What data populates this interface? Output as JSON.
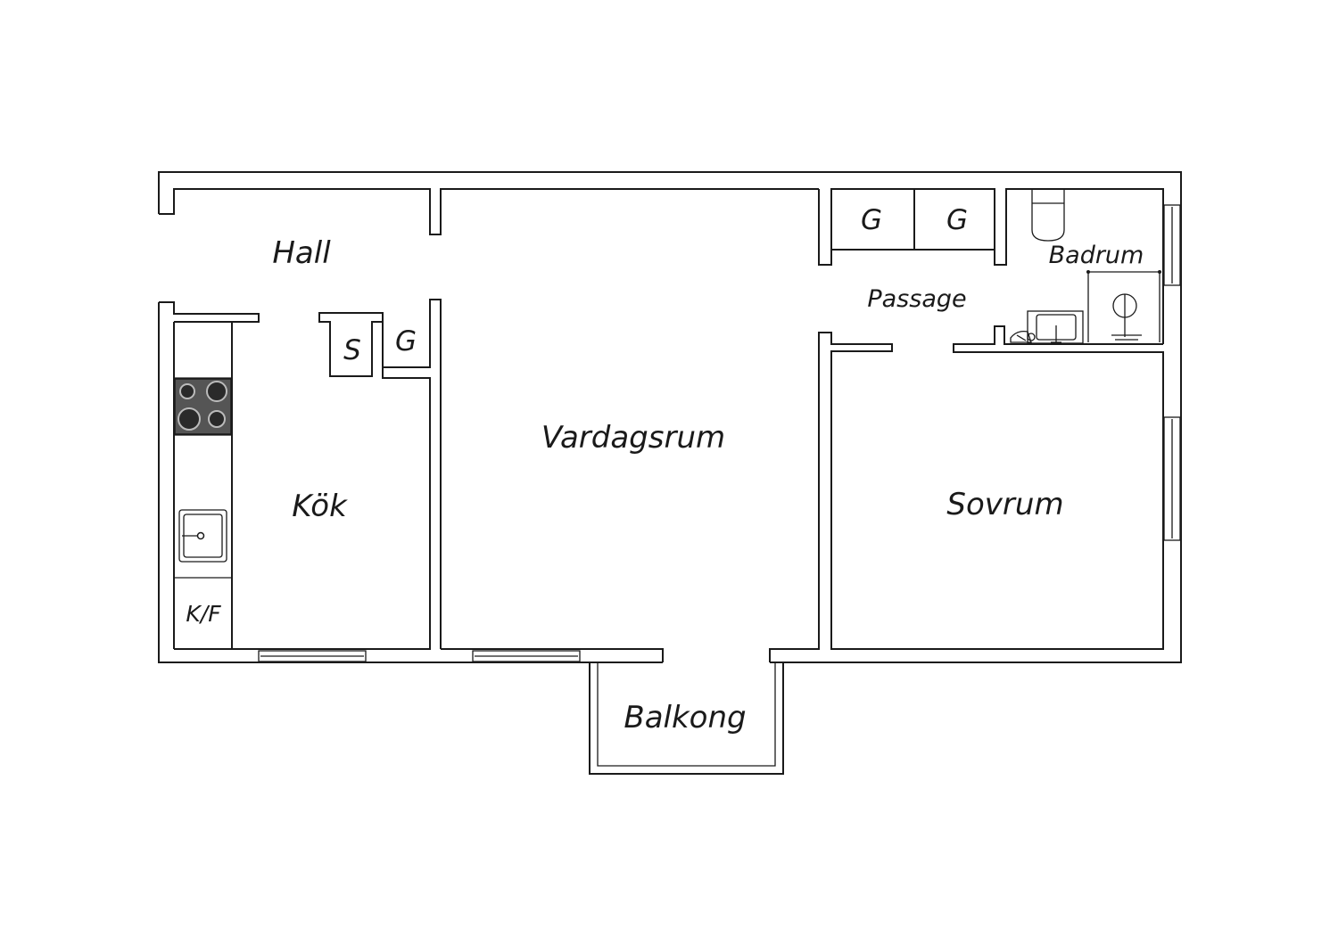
{
  "rooms": {
    "hall": "Hall",
    "kok": "Kök",
    "vardagsrum": "Vardagsrum",
    "sovrum": "Sovrum",
    "passage": "Passage",
    "badrum": "Badrum",
    "balkong": "Balkong"
  },
  "fixtures": {
    "wardrobe_1": "G",
    "wardrobe_2": "G",
    "wardrobe_hall": "G",
    "storage_s": "S",
    "fridge_freezer": "K/F"
  },
  "colors": {
    "walls": "#1a1a1a",
    "stove": "#555555",
    "background": "#ffffff"
  }
}
